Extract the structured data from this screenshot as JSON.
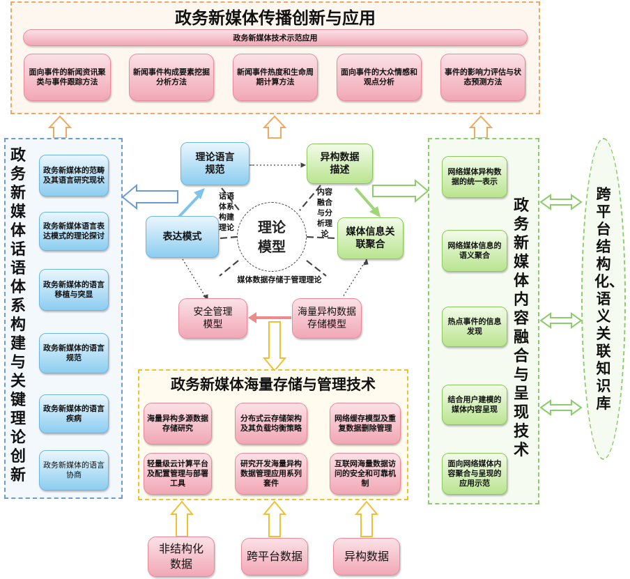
{
  "top": {
    "title": "政务新媒体传播创新与应用",
    "bar": "政务新媒体技术示范应用",
    "items": [
      "面向事件的新闻资讯聚类与事件跟踪方法",
      "新闻事件构成要素挖掘分析方法",
      "新闻事件热度和生命周期计算方法",
      "面向事件的大众情感和观点分析",
      "事件的影响力评估与状态预测方法"
    ]
  },
  "left": {
    "title": "政务新媒体话语体系构建与关键理论创新",
    "items": [
      "政务新媒体的范畴及其语言研究现状",
      "政务新媒体语言表达模式的理论探讨",
      "政务新媒体的语言移植与突显",
      "政务新媒体的语言规范",
      "政务新媒体的语言疾病",
      "政务新媒体的语言协商"
    ]
  },
  "center": {
    "core": "理论模型",
    "nodes": {
      "theory_lang": "理论语言规范",
      "heterogeneous": "异构数据描述",
      "expression": "表达模式",
      "media_agg": "媒体信息关联聚合",
      "security": "安全管理模型",
      "storage": "海量异构数据存储模型"
    },
    "labels": {
      "discourse": "话语体系构建理论",
      "fusion": "内容融合与分析理论",
      "storage_mgmt": "媒体数据存储于管理理论"
    }
  },
  "right": {
    "title": "政务新媒体内容融合与呈现技术",
    "items": [
      "网络媒体异构数据的统一表示",
      "网络媒体信息的语义聚合",
      "热点事件的信息发现",
      "结合用户建模的媒体内容呈现",
      "面向网络媒体内容聚合与呈现的应用示范"
    ]
  },
  "knowledge": {
    "title": "跨平台结构化、语义关联知识库"
  },
  "bottom": {
    "title": "政务新媒体海量存储与管理技术",
    "items": [
      "海量异构多源数据存储研究",
      "分布式云存储架构及其负载均衡策略",
      "网络缓存模型及重复数据删除管理",
      "轻量级云计算平台及配置管理与部署工具",
      "研究开发海量异构数据管理应用系列套件",
      "互联网海量数据访问的安全和可靠机制"
    ]
  },
  "sources": [
    "非结构化数据",
    "跨平台数据",
    "异构数据"
  ],
  "colors": {
    "orange_frame": "#f0a860",
    "blue_frame": "#6b9bd1",
    "green_frame": "#8ccc6a",
    "yellow_frame": "#f0c030"
  }
}
